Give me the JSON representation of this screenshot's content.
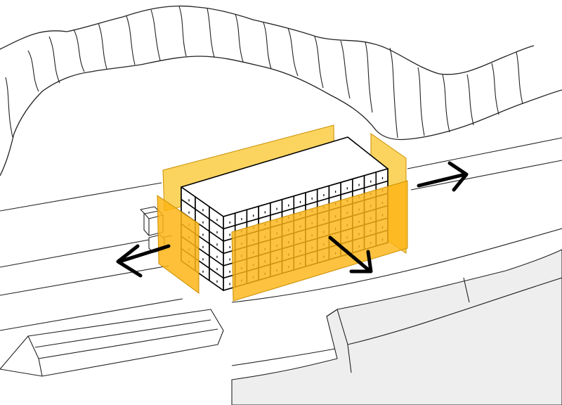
{
  "diagram": {
    "labels": [],
    "colors": {
      "background": "#ffffff",
      "ink": "#000000",
      "outline": "#222222",
      "panel_light": "#fbd45f",
      "panel_strong": "#fdb515",
      "panel_edge": "#c98e00",
      "roof": "#ffffff",
      "ground_shade": "#eeeeee",
      "ground_shade_edge": "#d6d6d6"
    },
    "grid": {
      "rows": 6,
      "front_columns": 14,
      "side_columns": 3
    },
    "arrows": [
      {
        "name": "arrow-left",
        "direction": "west"
      },
      {
        "name": "arrow-right",
        "direction": "east"
      },
      {
        "name": "arrow-down",
        "direction": "south-east"
      }
    ],
    "icons": [
      "arrow-left-icon",
      "arrow-right-icon",
      "arrow-down-icon"
    ]
  }
}
